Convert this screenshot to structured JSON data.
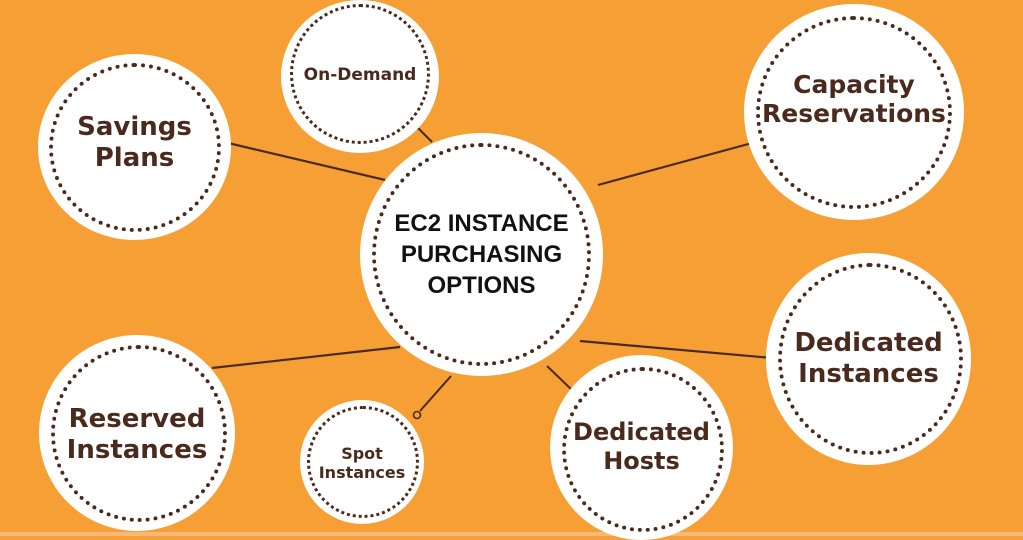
{
  "diagram": {
    "title": "EC2 INSTANCE PURCHASING OPTIONS",
    "colors": {
      "background": "#F59F34",
      "circle_fill": "#FFFFFF",
      "dots_and_text": "#4A2A1C",
      "center_text": "#111111",
      "connector": "#4A2A1C"
    },
    "center": {
      "label": "EC2 INSTANCE\nPURCHASING\nOPTIONS"
    },
    "nodes": [
      {
        "id": "on-demand",
        "label": "On-Demand"
      },
      {
        "id": "savings-plans",
        "label": "Savings\nPlans"
      },
      {
        "id": "capacity-reservations",
        "label": "Capacity\nReservations"
      },
      {
        "id": "dedicated-instances",
        "label": "Dedicated\nInstances"
      },
      {
        "id": "dedicated-hosts",
        "label": "Dedicated\nHosts"
      },
      {
        "id": "spot-instances",
        "label": "Spot\nInstances"
      },
      {
        "id": "reserved-instances",
        "label": "Reserved\nInstances"
      }
    ]
  }
}
